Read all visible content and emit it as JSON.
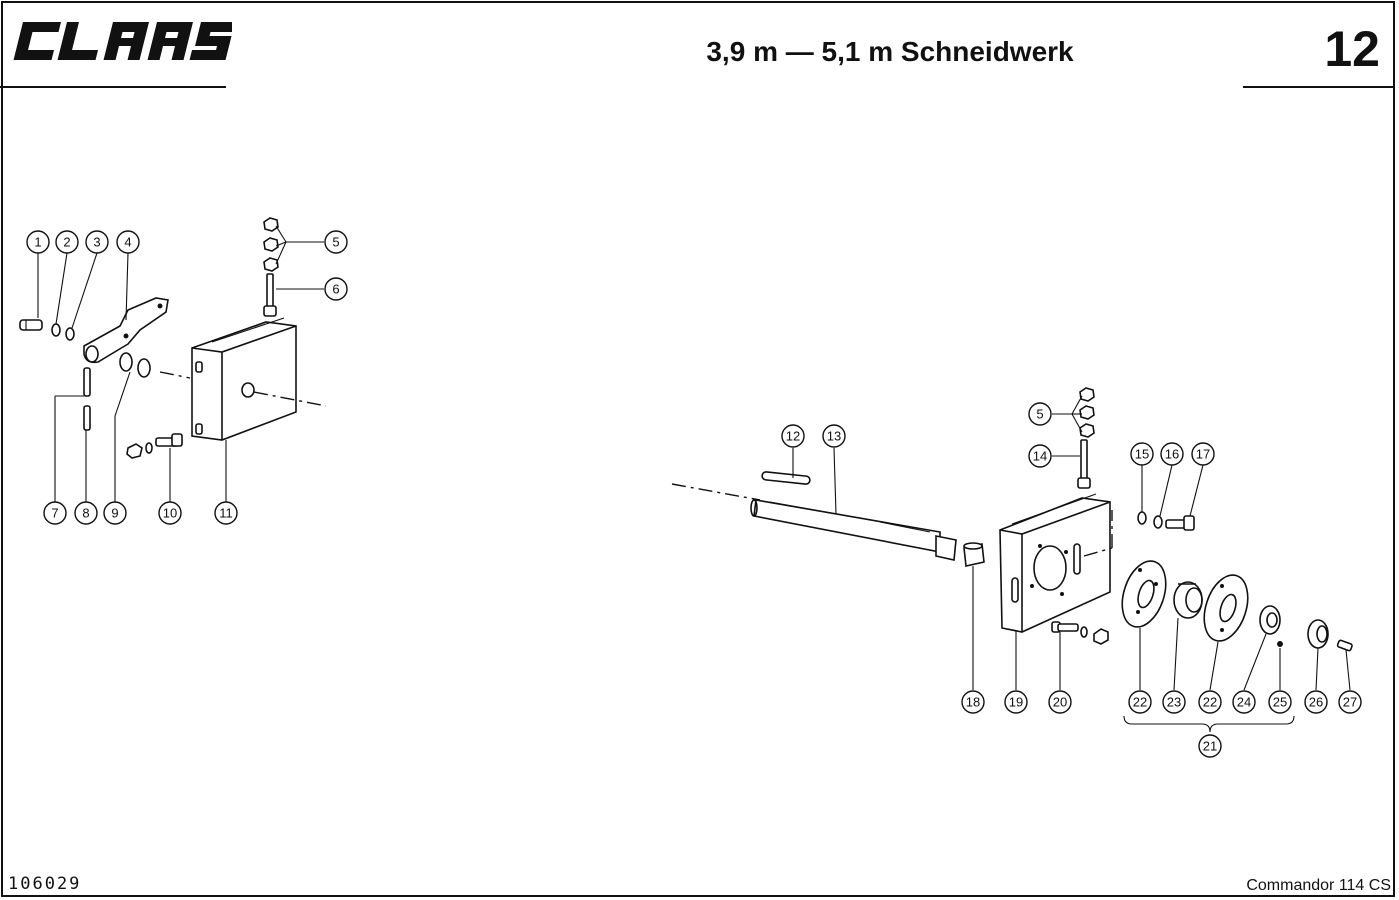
{
  "header": {
    "brand": "CLAAS",
    "title": "3,9 m — 5,1 m Schneidwerk",
    "page_number": "12"
  },
  "footer": {
    "drawing_number": "106029",
    "model": "Commandor 114 CS"
  },
  "callouts": [
    "1",
    "2",
    "3",
    "4",
    "5",
    "6",
    "7",
    "8",
    "9",
    "10",
    "11",
    "12",
    "13",
    "14",
    "15",
    "16",
    "17",
    "18",
    "19",
    "20",
    "21",
    "22",
    "23",
    "24",
    "25",
    "26",
    "27"
  ]
}
